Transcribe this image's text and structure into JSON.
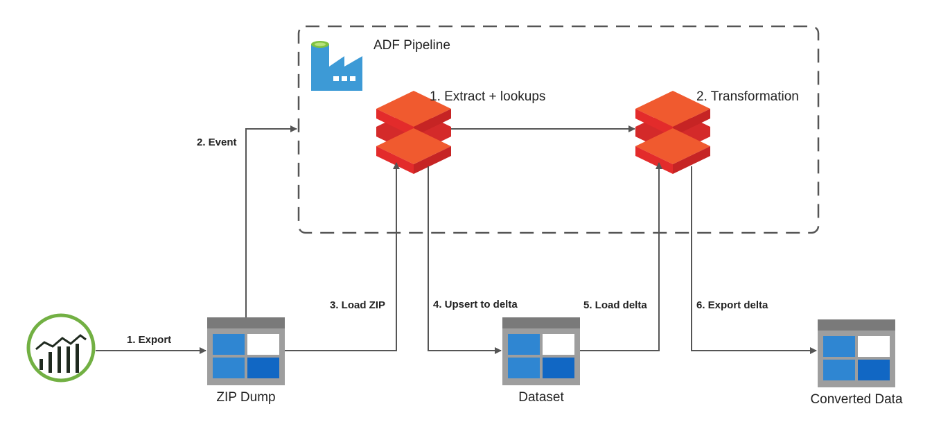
{
  "pipeline": {
    "title": "ADF Pipeline",
    "step1": "1. Extract + lookups",
    "step2": "2. Transformation"
  },
  "nodes": {
    "zip_dump": "ZIP Dump",
    "dataset": "Dataset",
    "converted": "Converted Data"
  },
  "edges": {
    "export": "1. Export",
    "event": "2. Event",
    "load_zip": "3. Load ZIP",
    "upsert": "4. Upsert to delta",
    "load_delta": "5. Load delta",
    "export_delta": "6. Export delta"
  },
  "colors": {
    "databricks_top": "#f05a2f",
    "databricks_side": "#e32b2b",
    "storage_header": "#8a8a8a",
    "storage_blue": "#2f86d2",
    "storage_dark_blue": "#1167c4",
    "source_ring": "#72b043",
    "adf_blue": "#3d9ad6"
  }
}
